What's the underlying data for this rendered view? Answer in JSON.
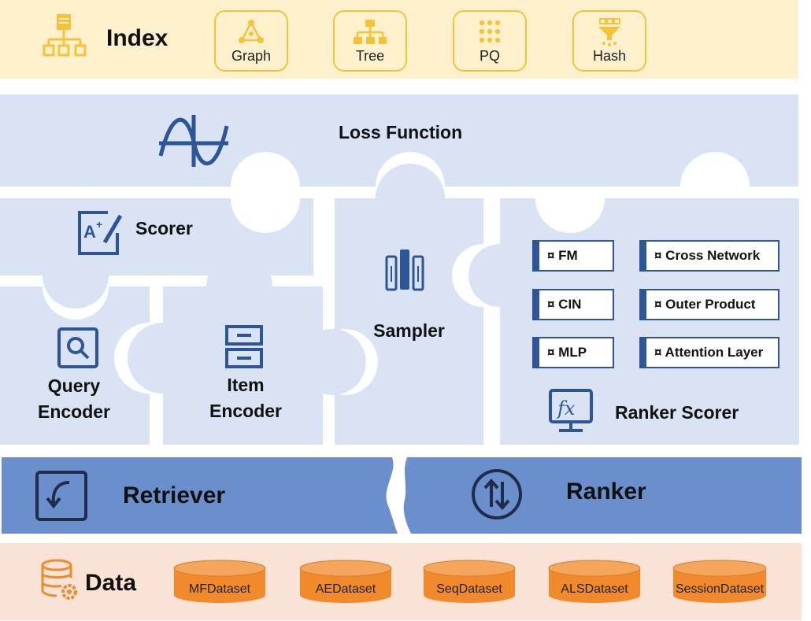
{
  "index": {
    "title": "Index",
    "items": [
      {
        "label": "Graph",
        "icon": "graph-icon"
      },
      {
        "label": "Tree",
        "icon": "tree-icon"
      },
      {
        "label": "PQ",
        "icon": "dots-grid-icon"
      },
      {
        "label": "Hash",
        "icon": "funnel-icon"
      }
    ]
  },
  "loss": {
    "label": "Loss Function",
    "icon": "function-curve-icon"
  },
  "scorer": {
    "label": "Scorer",
    "icon": "grade-edit-icon"
  },
  "sampler": {
    "label": "Sampler",
    "icon": "books-icon"
  },
  "query_encoder": {
    "line1": "Query",
    "line2": "Encoder",
    "icon": "search-icon"
  },
  "item_encoder": {
    "line1": "Item",
    "line2": "Encoder",
    "icon": "drawers-icon"
  },
  "ranker_scorer": {
    "label": "Ranker Scorer",
    "icon": "formula-icon",
    "modules": [
      "¤ FM",
      "¤ Cross Network",
      "¤ CIN",
      "¤ Outer Product",
      "¤ MLP",
      "¤ Attention Layer"
    ]
  },
  "retriever": {
    "label": "Retriever",
    "icon": "return-arrow-icon"
  },
  "ranker": {
    "label": "Ranker",
    "icon": "swap-arrows-icon"
  },
  "data": {
    "title": "Data",
    "icon": "database-gear-icon",
    "datasets": [
      "MFDataset",
      "AEDataset",
      "SeqDataset",
      "ALSDataset",
      "SessionDataset"
    ]
  },
  "colors": {
    "index_bg": "#fdf0cc",
    "index_accent": "#f5c33b",
    "puzzle_bg": "#dae3f3",
    "band_blue": "#6b8fcd",
    "icon_blue": "#2d5597",
    "data_bg": "#fae3d6",
    "cylinder": "#f08a2c"
  }
}
